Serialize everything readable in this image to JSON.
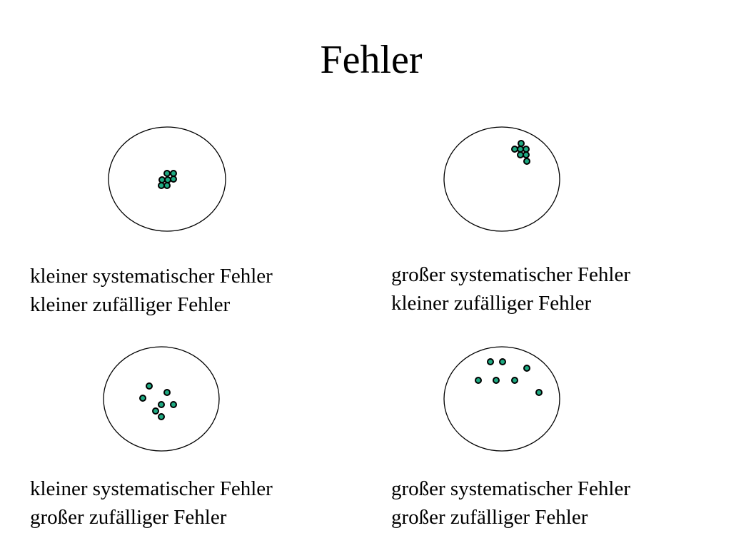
{
  "title": "Fehler",
  "colors": {
    "dot_fill": "#1eaa82",
    "dot_stroke": "#000000",
    "circle_stroke": "#000000"
  },
  "panels": [
    {
      "line1": "kleiner systematischer Fehler",
      "line2": "kleiner zufälliger Fehler"
    },
    {
      "line1": "großer systematischer Fehler",
      "line2": "kleiner zufälliger Fehler"
    },
    {
      "line1": "kleiner systematischer Fehler",
      "line2": "großer zufälliger Fehler"
    },
    {
      "line1": "großer systematischer Fehler",
      "line2": "großer zufälliger Fehler"
    }
  ]
}
